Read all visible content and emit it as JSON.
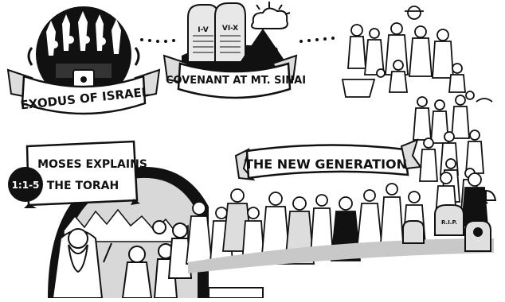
{
  "banners": {
    "exodus": "EXODUS OF ISRAEL",
    "covenant": "COVENANT AT MT. SINAI",
    "new_generation": "THE NEW GENERATION",
    "moses_line1": "MOSES EXPLAINS",
    "moses_line2": "THE TORAH"
  },
  "reference": "1:1-5",
  "tablets": {
    "left": "I-V",
    "right": "VI-X"
  },
  "tombstone": "R.I.P.",
  "colors": {
    "ink": "#111111",
    "gray": "#9a9a9a",
    "light_gray": "#d9d9d9",
    "paper": "#ffffff"
  }
}
